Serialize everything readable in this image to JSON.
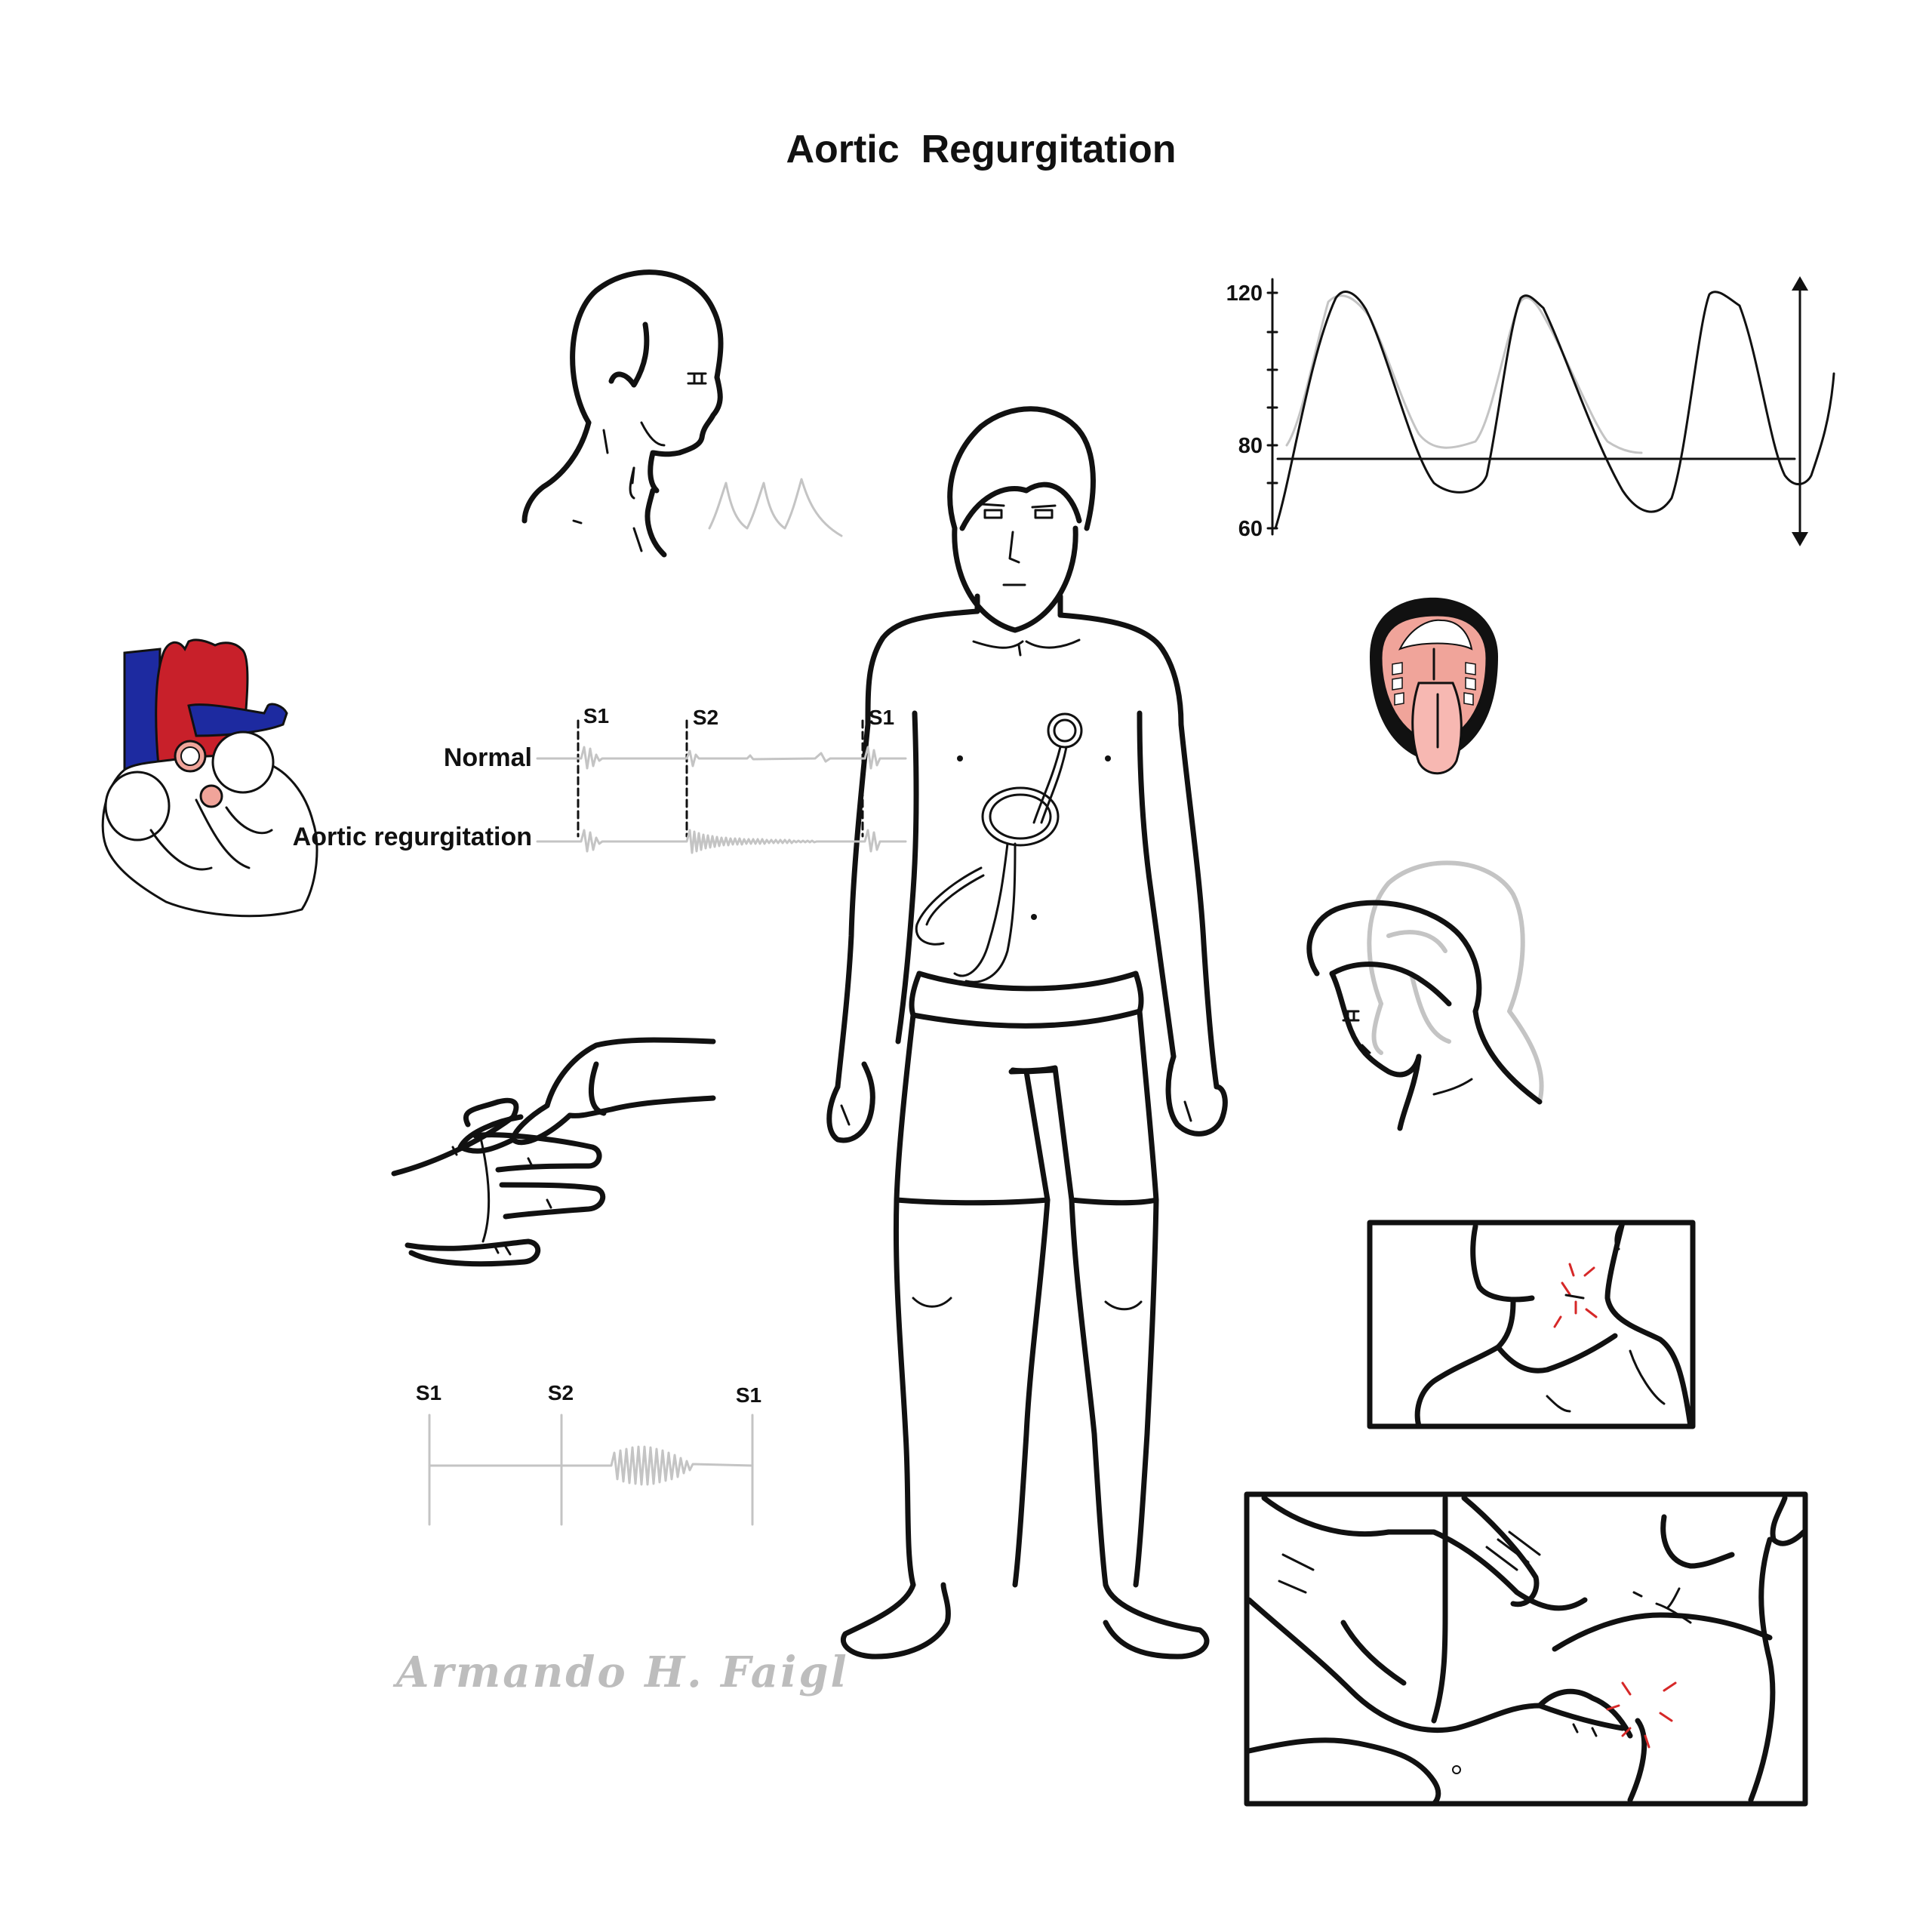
{
  "title": "Aortic  Regurgitation",
  "colors": {
    "artery_red": "#c8202a",
    "vein_blue": "#1d2aa0",
    "mouth_pink": "#f0a49a",
    "tongue_pink": "#f7b8b2",
    "flush_red": "#d62828",
    "sound_grey": "#c4c4c4"
  },
  "pulse_chart": {
    "axis_labels": [
      "120",
      "80",
      "60"
    ],
    "reference_value": 78
  },
  "heart_sounds": {
    "markers": [
      "S1",
      "S2",
      "S1"
    ],
    "rows": [
      {
        "label": "Normal"
      },
      {
        "label": "Aortic regurgitation"
      }
    ]
  },
  "murmur_diagram": {
    "markers": [
      "S1",
      "S2",
      "S1"
    ]
  },
  "signature": "Armando H. Faigl",
  "icons": [
    "heart-cross-section-icon",
    "stethoscope-icon",
    "open-mouth-icon"
  ]
}
